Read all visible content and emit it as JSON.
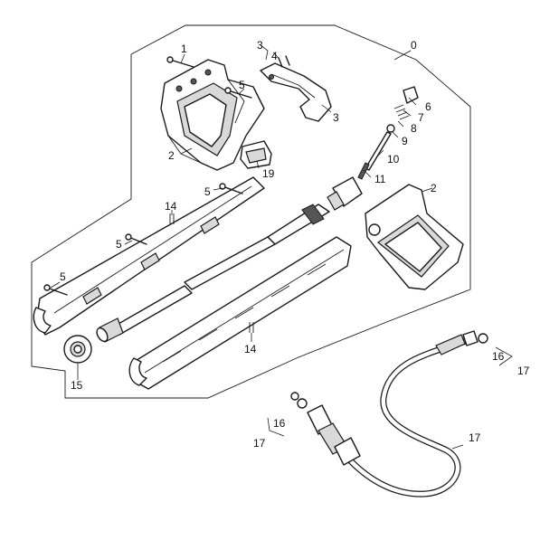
{
  "labels": {
    "l0": "0",
    "l1": "1",
    "l2a": "2",
    "l2b": "2",
    "l3a": "3",
    "l3b": "3",
    "l4": "4",
    "l5a": "5",
    "l5b": "5",
    "l5c": "5",
    "l5d": "5",
    "l6": "6",
    "l7": "7",
    "l8": "8",
    "l9": "9",
    "l10": "10",
    "l11": "11",
    "l14a": "14",
    "l14b": "14",
    "l15": "15",
    "l16a": "16",
    "l16b": "16",
    "l17a": "17",
    "l17b": "17",
    "l17c": "17",
    "l19": "19"
  }
}
